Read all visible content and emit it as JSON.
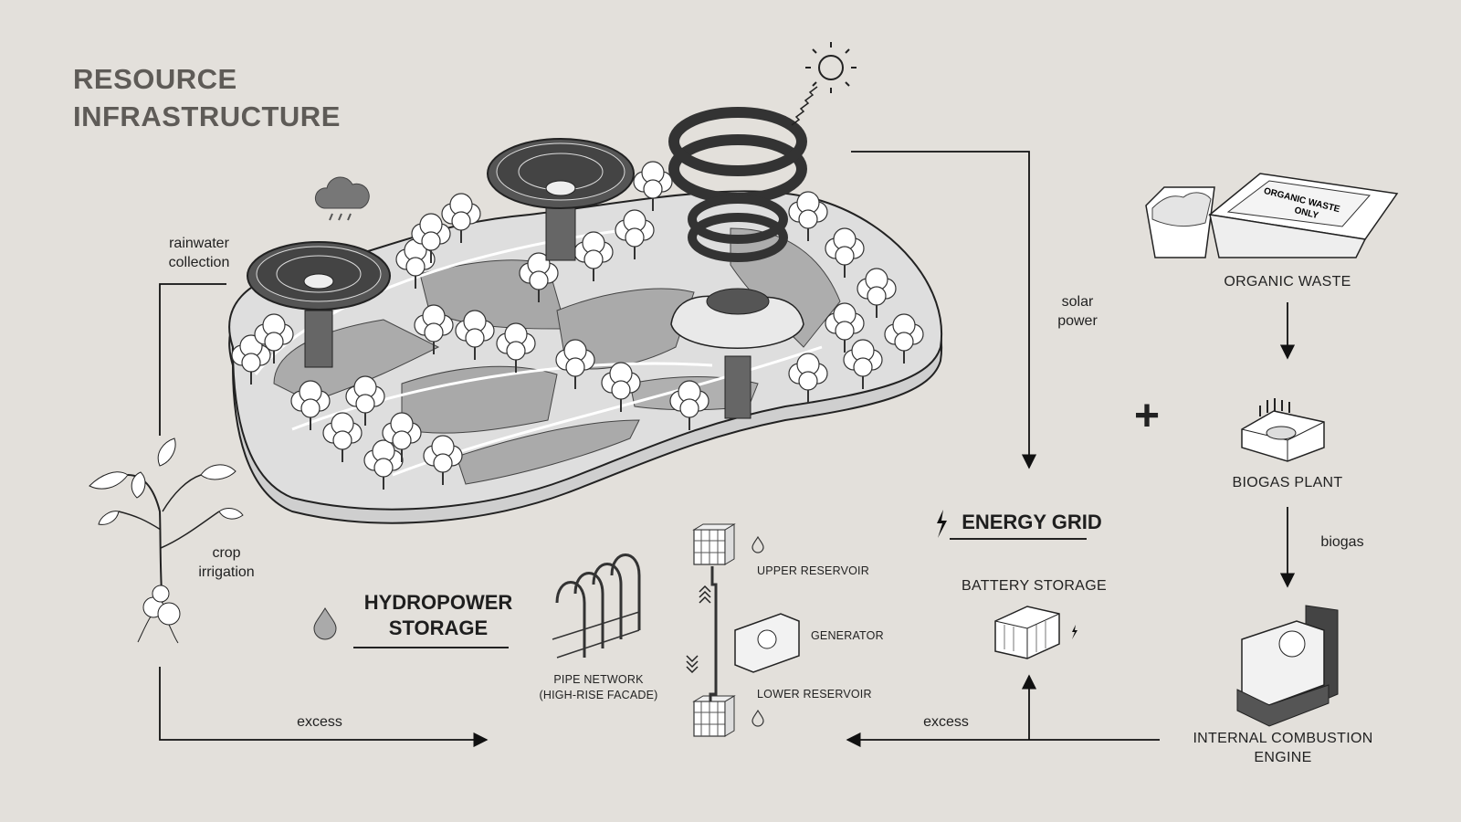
{
  "title": {
    "line1": "RESOURCE",
    "line2": "INFRASTRUCTURE"
  },
  "labels": {
    "rainwater": {
      "line1": "rainwater",
      "line2": "collection"
    },
    "crop": {
      "line1": "crop",
      "line2": "irrigation"
    },
    "solar": {
      "line1": "solar",
      "line2": "power"
    },
    "organic_waste": "ORGANIC WASTE",
    "biogas_plant": "BIOGAS PLANT",
    "biogas": "biogas",
    "engine": {
      "line1": "INTERNAL COMBUSTION",
      "line2": "ENGINE"
    },
    "energy_grid": "ENERGY GRID",
    "battery_storage": "BATTERY STORAGE",
    "hydropower": {
      "line1": "HYDROPOWER",
      "line2": "STORAGE"
    },
    "pipe_network": {
      "line1": "PIPE NETWORK",
      "line2": "(HIGH-RISE FACADE)"
    },
    "upper_reservoir": "UPPER RESERVOIR",
    "generator": "GENERATOR",
    "lower_reservoir": "LOWER RESERVOIR",
    "excess_left": "excess",
    "excess_right": "excess",
    "plus": "+",
    "bin_text": {
      "line1": "ORGANIC WASTE",
      "line2": "ONLY"
    }
  },
  "colors": {
    "background": "#e3e0db",
    "title": "#5e5b57",
    "ink": "#222222",
    "platform_light": "#d8d8d8",
    "platform_dark": "#a8a8a8"
  },
  "icons": [
    "sun-icon",
    "rain-cloud-icon",
    "lightning-icon",
    "water-drop-icon",
    "tree-icon",
    "plant-icon"
  ]
}
